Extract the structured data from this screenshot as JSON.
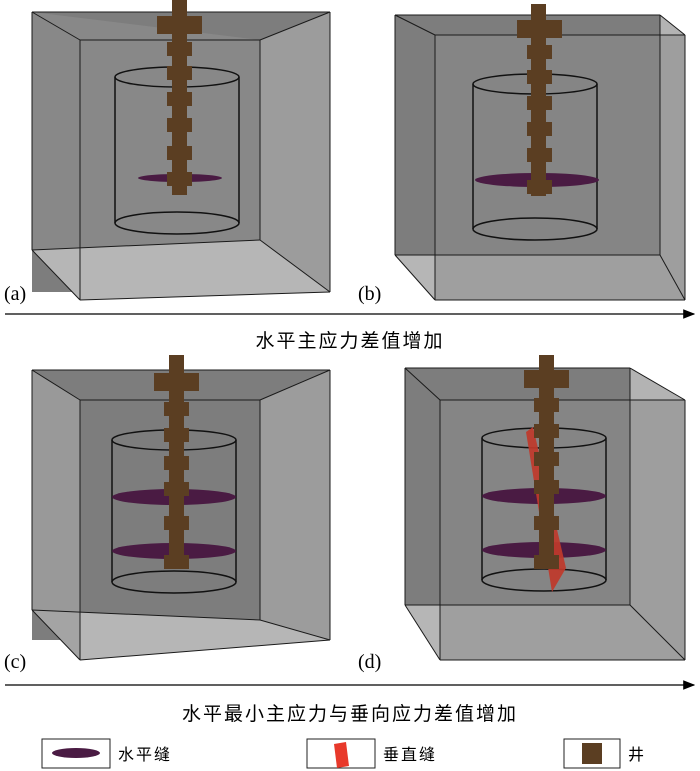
{
  "panels": [
    {
      "label": "(a)"
    },
    {
      "label": "(b)"
    },
    {
      "label": "(c)"
    },
    {
      "label": "(d)"
    }
  ],
  "arrows": [
    {
      "caption": "水平主应力差值增加"
    },
    {
      "caption": "水平最小主应力与垂向应力差值增加"
    }
  ],
  "legend": {
    "items": [
      {
        "label": "水平缝",
        "icon": "horizontal-fracture-icon"
      },
      {
        "label": "垂直缝",
        "icon": "vertical-fracture-icon"
      },
      {
        "label": "井",
        "icon": "well-icon"
      }
    ]
  },
  "colors": {
    "box_back": "#7a7a7a",
    "box_side": "#a4a4a4",
    "box_front": "#b8b8b8",
    "well": "#5b3e22",
    "horizontal_fracture": "#4a1b43",
    "vertical_fracture": "#c0392b"
  }
}
